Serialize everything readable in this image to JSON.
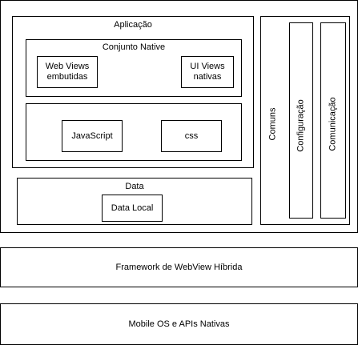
{
  "app": {
    "title": "Aplicação",
    "native_set": {
      "title": "Conjunto Native",
      "embedded_web_views": "Web Views\nembutidas",
      "native_ui_views": "UI Views\nnativas"
    },
    "web": {
      "javascript": "JavaScript",
      "css": "css"
    },
    "data": {
      "title": "Data",
      "local": "Data Local"
    }
  },
  "common": {
    "title": "Comuns",
    "configuration": "Configuração",
    "communication": "Comunicação"
  },
  "framework": {
    "label": "Framework de WebView Híbrida"
  },
  "platform": {
    "label": "Mobile OS e APIs Nativas"
  }
}
